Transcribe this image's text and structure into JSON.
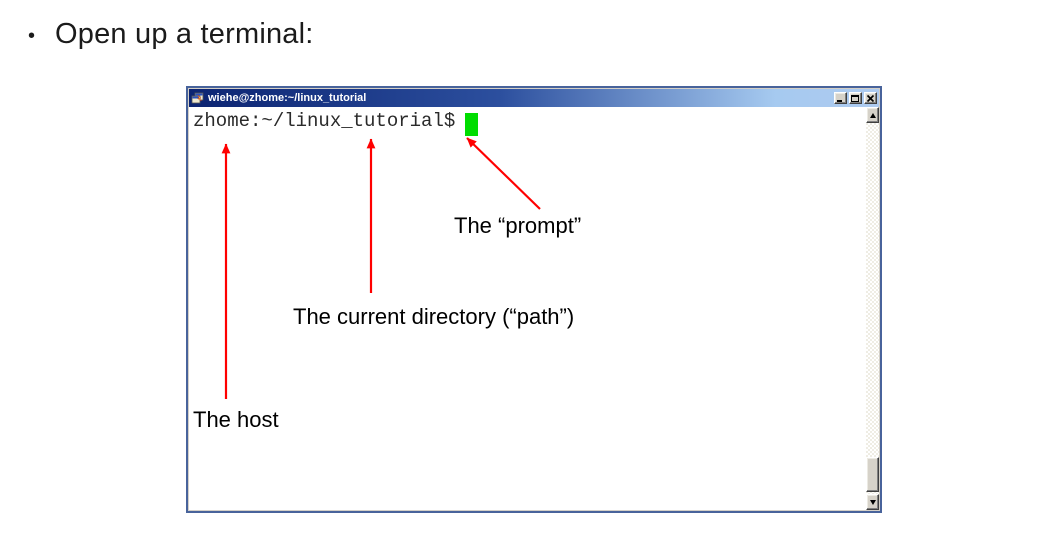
{
  "slide": {
    "bullet_glyph": "•",
    "bullet_text": "Open up a terminal:"
  },
  "terminal_window": {
    "title": "wiehe@zhome:~/linux_tutorial",
    "prompt_text": "zhome:~/linux_tutorial$",
    "cursor_color": "#00dd00",
    "titlebar_gradient": {
      "start": "#0c2472",
      "end": "#a6caf0"
    },
    "window_border_color": "#48639b",
    "icons": {
      "app_icon": "putty-terminal-icon",
      "minimize_icon": "minimize-glyph",
      "maximize_icon": "maximize-glyph",
      "close_icon": "close-x-glyph",
      "scroll_up_icon": "triangle-up",
      "scroll_down_icon": "triangle-down"
    }
  },
  "annotations": {
    "arrow_color": "#ff0000",
    "labels": {
      "prompt": "The “prompt”",
      "path": "The current directory (“path”)",
      "host": "The host"
    }
  }
}
